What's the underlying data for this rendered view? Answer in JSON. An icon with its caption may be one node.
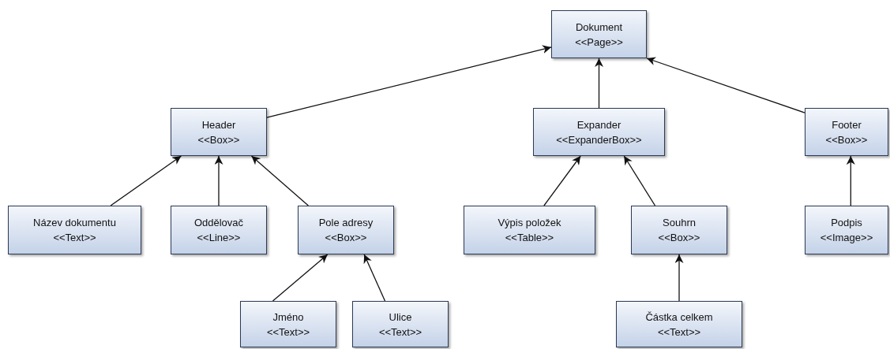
{
  "diagram": {
    "nodes": [
      {
        "text": [
          "Dokument",
          "<<Page>>"
        ]
      },
      {
        "text": [
          "Header",
          "<<Box>>"
        ]
      },
      {
        "text": [
          "Expander",
          "<<ExpanderBox>>"
        ]
      },
      {
        "text": [
          "Footer",
          "<<Box>>"
        ]
      },
      {
        "text": [
          "Název dokumentu",
          "<<Text>>"
        ]
      },
      {
        "text": [
          "Oddělovač",
          "<<Line>>"
        ]
      },
      {
        "text": [
          "Pole adresy",
          "<<Box>>"
        ]
      },
      {
        "text": [
          "Výpis položek",
          "<<Table>>"
        ]
      },
      {
        "text": [
          "Souhrn",
          "<<Box>>"
        ]
      },
      {
        "text": [
          "Podpis",
          "<<Image>>"
        ]
      },
      {
        "text": [
          "Jméno",
          "<<Text>>"
        ]
      },
      {
        "text": [
          "Ulice",
          "<<Text>>"
        ]
      },
      {
        "text": [
          "Částka celkem",
          "<<Text>>"
        ]
      }
    ],
    "edges": [
      {
        "from": 1,
        "to": 0,
        "arrow": "to"
      },
      {
        "from": 2,
        "to": 0,
        "arrow": "to"
      },
      {
        "from": 3,
        "to": 0,
        "arrow": "to"
      },
      {
        "from": 4,
        "to": 1,
        "arrow": "to"
      },
      {
        "from": 5,
        "to": 1,
        "arrow": "to"
      },
      {
        "from": 6,
        "to": 1,
        "arrow": "to"
      },
      {
        "from": 10,
        "to": 6,
        "arrow": "to"
      },
      {
        "from": 11,
        "to": 6,
        "arrow": "to"
      },
      {
        "from": 7,
        "to": 2,
        "arrow": "to"
      },
      {
        "from": 8,
        "to": 2,
        "arrow": "to"
      },
      {
        "from": 9,
        "to": 3,
        "arrow": "to"
      },
      {
        "from": 12,
        "to": 8,
        "arrow": "to"
      }
    ]
  }
}
